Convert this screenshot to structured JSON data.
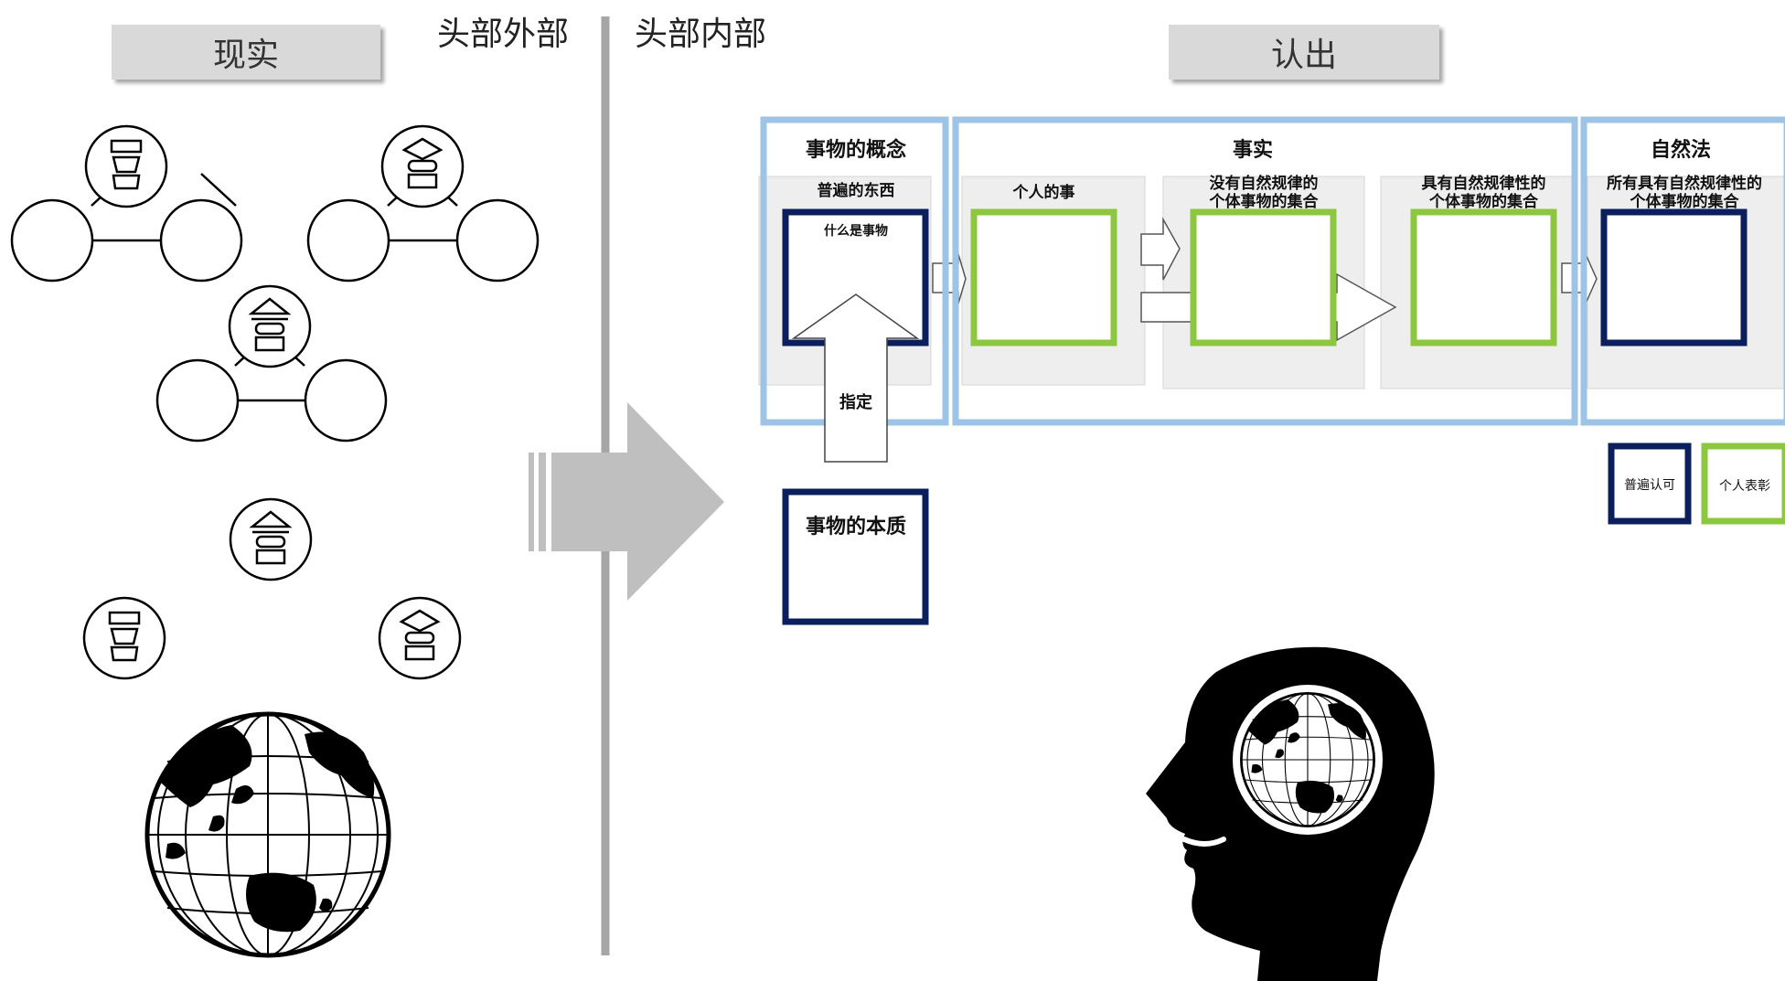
{
  "left_section": {
    "title": "现实",
    "outside_label": "头部外部"
  },
  "right_section": {
    "inside_label": "头部内部",
    "title": "认出"
  },
  "panels": {
    "concept": {
      "title": "事物的概念",
      "subtitle": "普遍的东西",
      "box_label": "什么是事物"
    },
    "fact": {
      "title": "事实",
      "col1": "个人的事",
      "col2_line1": "没有自然规律的",
      "col2_line2": "个体事物的集合",
      "col3_line1": "具有自然规律性的",
      "col3_line2": "个体事物的集合"
    },
    "natural_law": {
      "title": "自然法",
      "sub_line1": "所有具有自然规律性的",
      "sub_line2": "个体事物的集合"
    }
  },
  "arrow_label": "指定",
  "essence_label": "事物的本质",
  "legend": {
    "navy_label": "普遍认可",
    "green_label": "个人表彰"
  },
  "colors": {
    "navy": "#0b1f5c",
    "green": "#8dc63f",
    "light_blue": "#9dc3e6",
    "grey": "#bfbfbf",
    "divider": "#a6a6a6"
  },
  "icons": [
    "triangle-of-circles-icon",
    "shape-circle-icon",
    "globe-icon",
    "head-silhouette-icon",
    "big-arrow-icon"
  ]
}
